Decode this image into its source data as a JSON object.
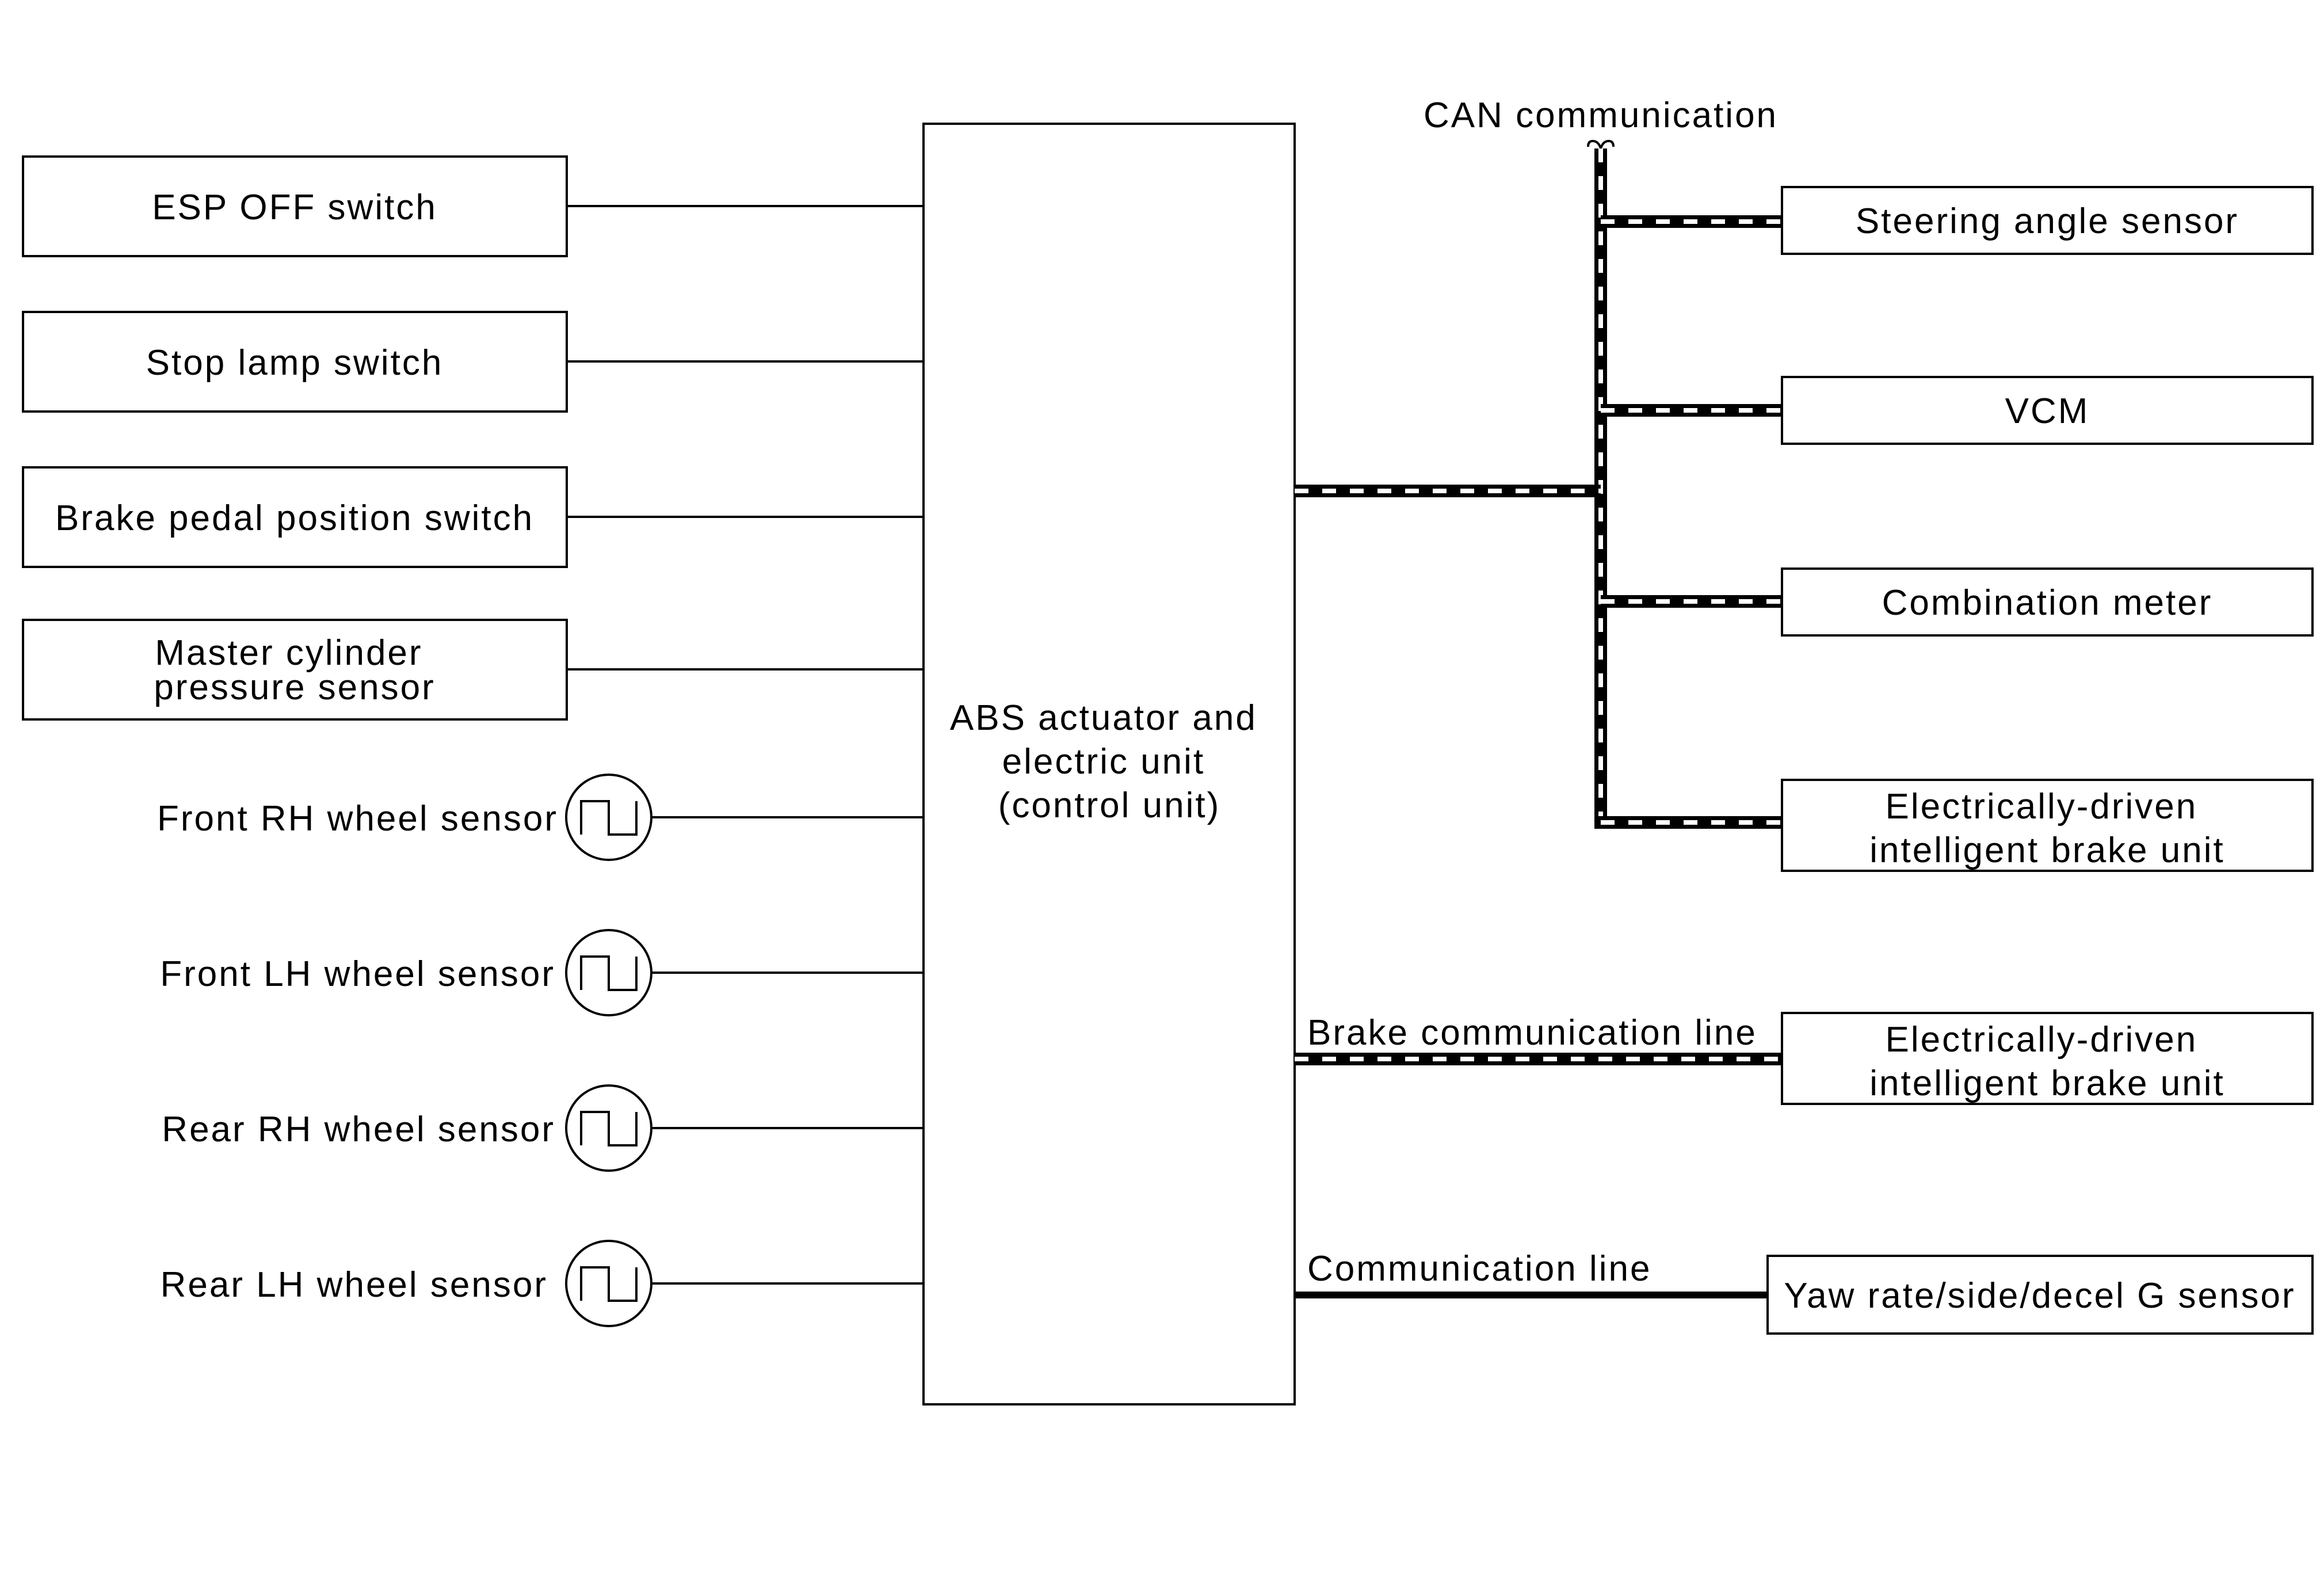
{
  "left_inputs": {
    "switches": [
      {
        "lines": [
          "ESP OFF switch"
        ]
      },
      {
        "lines": [
          "Stop lamp switch"
        ]
      },
      {
        "lines": [
          "Brake pedal position switch"
        ]
      },
      {
        "lines": [
          "Master cylinder",
          "pressure sensor"
        ]
      }
    ],
    "wheel_sensors": [
      {
        "label": "Front RH wheel sensor"
      },
      {
        "label": "Front LH wheel sensor"
      },
      {
        "label": "Rear RH wheel sensor"
      },
      {
        "label": "Rear LH wheel sensor"
      }
    ]
  },
  "control_unit": {
    "lines": [
      "ABS actuator and",
      "electric unit",
      "(control unit)"
    ]
  },
  "can": {
    "label": "CAN communication",
    "nodes": [
      {
        "lines": [
          "Steering angle sensor"
        ]
      },
      {
        "lines": [
          "VCM"
        ]
      },
      {
        "lines": [
          "Combination meter"
        ]
      },
      {
        "lines": [
          "Electrically-driven",
          "intelligent brake unit"
        ]
      }
    ]
  },
  "brake_line": {
    "label": "Brake communication line",
    "node": {
      "lines": [
        "Electrically-driven",
        "intelligent brake unit"
      ]
    }
  },
  "comm_line": {
    "label": "Communication line",
    "node": {
      "lines": [
        "Yaw rate/side/decel G sensor"
      ]
    }
  }
}
